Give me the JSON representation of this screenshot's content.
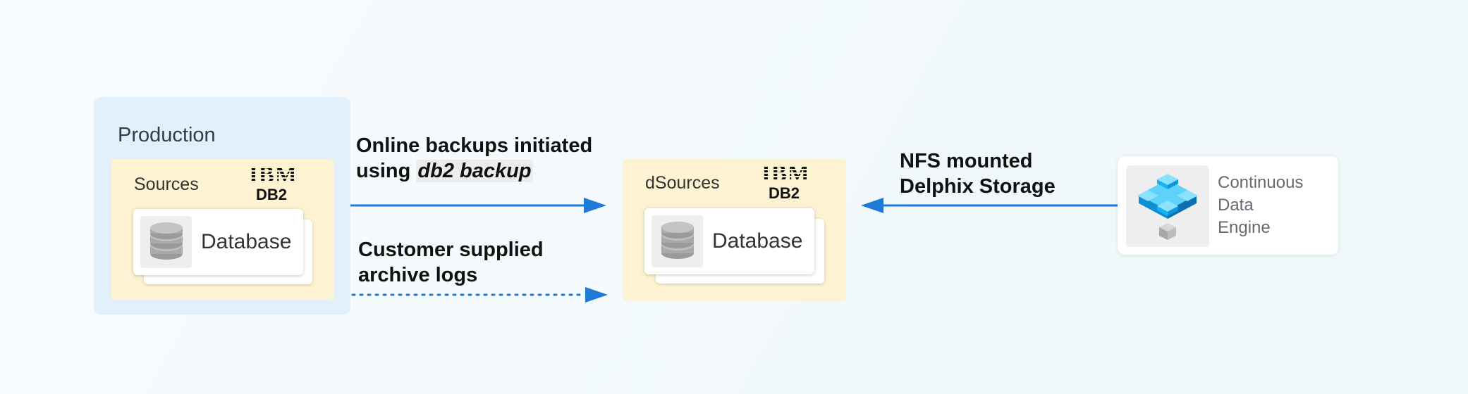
{
  "production": {
    "title": "Production",
    "sources_label": "Sources",
    "vendor_logo": "IBM",
    "vendor_product": "DB2",
    "database_label": "Database"
  },
  "dsources": {
    "label": "dSources",
    "vendor_logo": "IBM",
    "vendor_product": "DB2",
    "database_label": "Database"
  },
  "arrows": {
    "online_backup": {
      "line1": "Online backups initiated",
      "line2_prefix": "using ",
      "line2_code": "db2 backup"
    },
    "archive_logs": {
      "line1": "Customer supplied",
      "line2": "archive logs"
    },
    "nfs": {
      "line1": "NFS mounted",
      "line2": "Delphix Storage"
    }
  },
  "engine": {
    "line1": "Continuous",
    "line2": "Data",
    "line3": "Engine"
  },
  "colors": {
    "arrow": "#1e7ad6",
    "production_bg": "#e1f0fb",
    "source_panel_bg": "#fdf2d2",
    "engine_icon_blue": "#1ab3f0"
  },
  "icons": {
    "database": "database-icon",
    "engine": "delphix-engine-icon"
  }
}
